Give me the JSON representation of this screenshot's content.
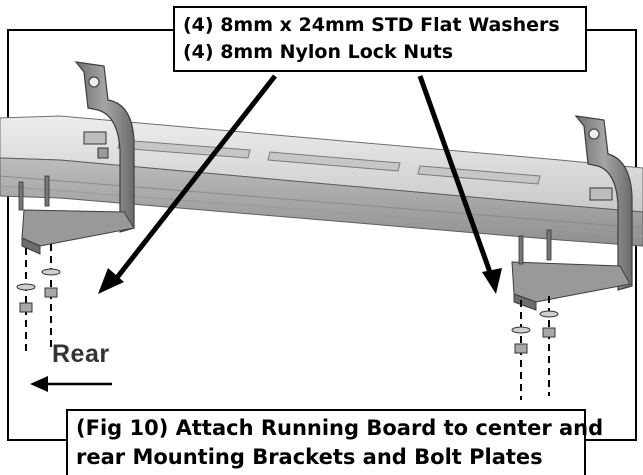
{
  "callout_hardware": {
    "line1": "(4) 8mm x 24mm STD Flat Washers",
    "line2": "(4) 8mm Nylon Lock Nuts"
  },
  "rear_label": "Rear",
  "caption": {
    "line1": "(Fig 10) Attach Running Board to center and",
    "line2": "rear Mounting Brackets and Bolt Plates"
  },
  "colors": {
    "rail_light": "#d9d9d9",
    "rail_mid": "#b5b5b5",
    "rail_dark": "#7a7a7a",
    "bracket": "#8c8c8c",
    "ink": "#000000"
  }
}
